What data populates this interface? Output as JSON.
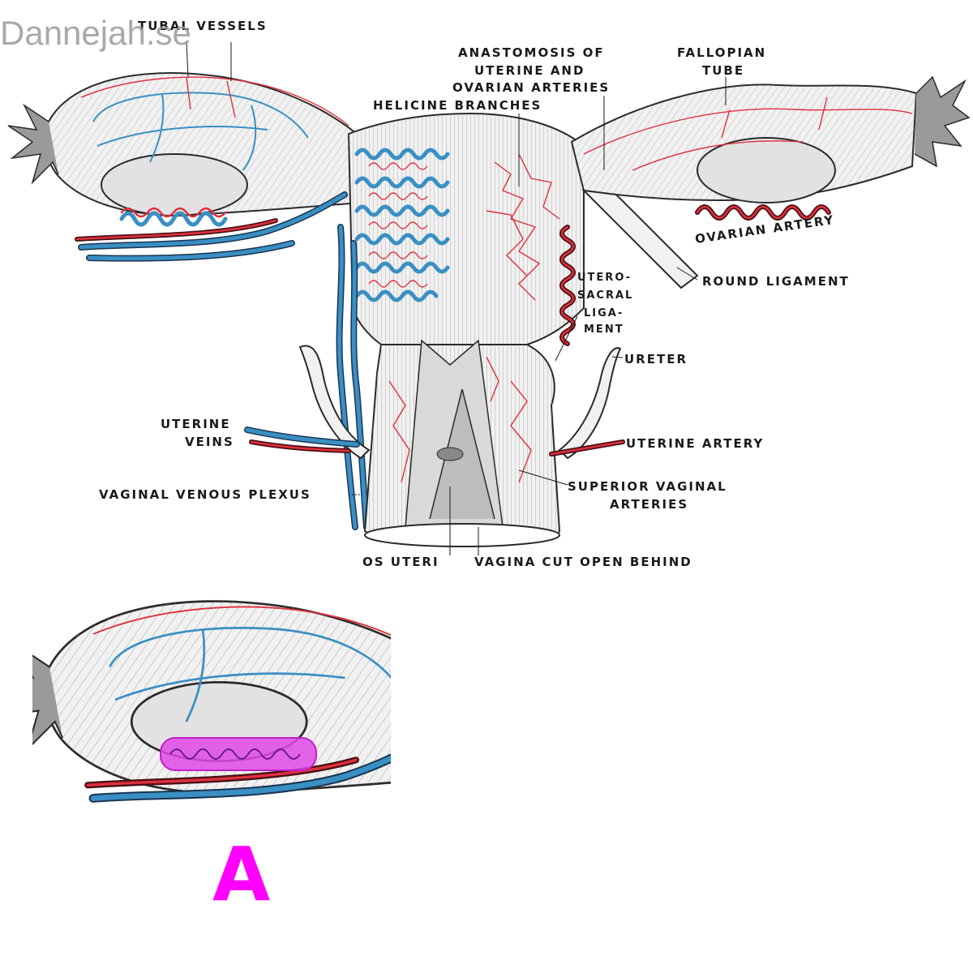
{
  "watermark": "Dannejah.se",
  "labels": {
    "tubal_vessels": "TUBAL VESSELS",
    "anastomosis_1": "ANASTOMOSIS OF",
    "anastomosis_2": "UTERINE AND",
    "anastomosis_3": "OVARIAN ARTERIES",
    "fallopian_1": "FALLOPIAN",
    "fallopian_2": "TUBE",
    "helicine": "HELICINE BRANCHES",
    "ovarian_artery": "OVARIAN ARTERY",
    "round_ligament": "ROUND LIGAMENT",
    "uterosacral_1": "UTERO-",
    "uterosacral_2": "SACRAL",
    "uterosacral_3": "LIGA-",
    "uterosacral_4": "MENT",
    "ureter": "URETER",
    "uterine_veins_1": "UTERINE",
    "uterine_veins_2": "VEINS",
    "uterine_artery": "UTERINE ARTERY",
    "vaginal_venous_plexus": "VAGINAL VENOUS PLEXUS",
    "superior_vaginal_1": "SUPERIOR VAGINAL",
    "superior_vaginal_2": "ARTERIES",
    "os_uteri": "OS UTERI",
    "vagina_cut": "VAGINA CUT OPEN BEHIND"
  },
  "inset": {
    "marker": "A",
    "highlight_color": "#e04ae6"
  },
  "colors": {
    "artery": "#e0303d",
    "vein": "#3a8fc4",
    "marker": "#ff00ff"
  }
}
